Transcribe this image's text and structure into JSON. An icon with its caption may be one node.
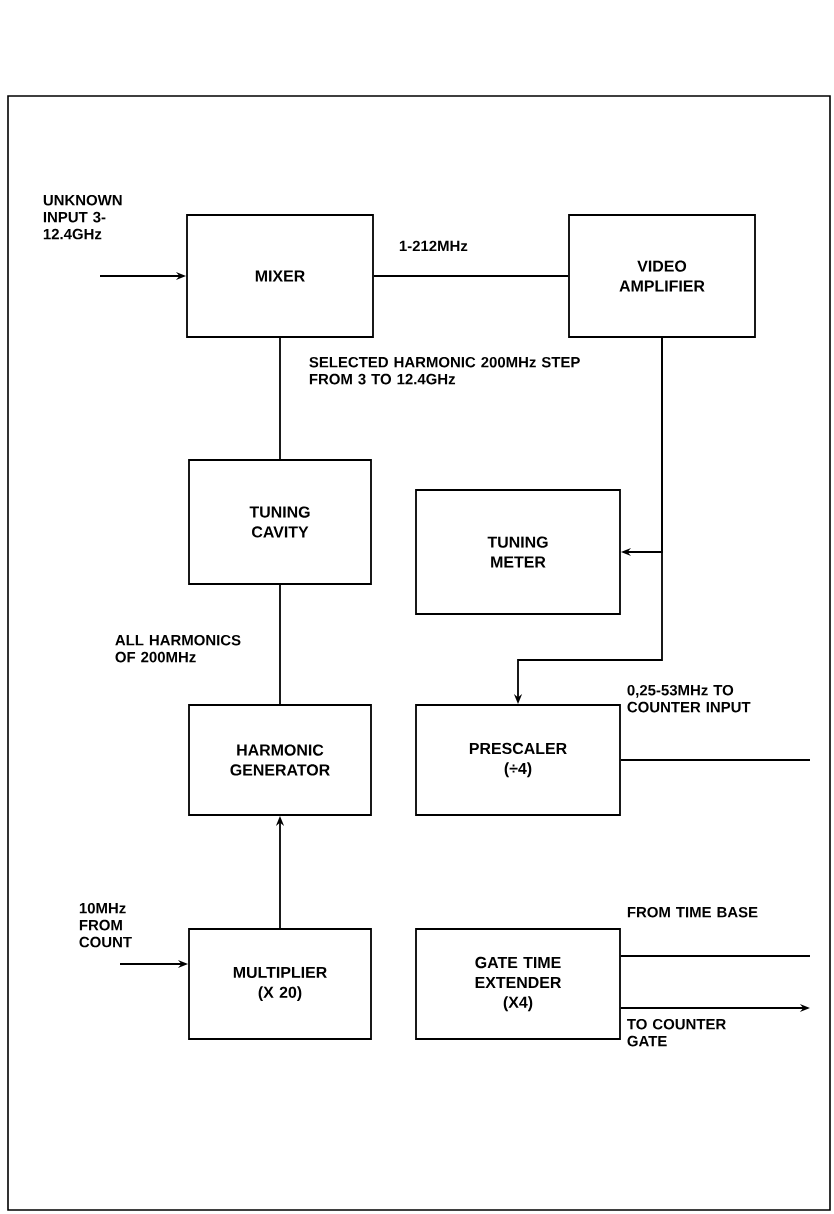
{
  "diagram": {
    "nodes": [
      {
        "text": [
          "MIXER"
        ]
      },
      {
        "text": [
          "VIDEO AMPLIFIER"
        ]
      },
      {
        "text": [
          "TUNING CAVITY"
        ]
      },
      {
        "text": [
          "TUNING METER"
        ]
      },
      {
        "text": [
          "HARMONIC GENERATOR"
        ]
      },
      {
        "text": [
          "PRESCALER (÷4)"
        ]
      },
      {
        "text": [
          "MULTIPLIER (X 20)"
        ]
      },
      {
        "text": [
          "GATE TIME EXTENDER (X4)"
        ]
      }
    ],
    "edges": [
      {
        "from": null,
        "to": 0,
        "arrow": "to",
        "label": "UNKNOWN INPUT 3-12.4GHz"
      },
      {
        "from": 0,
        "to": 1,
        "arrow": "none",
        "label": "1-212MHz"
      },
      {
        "from": 0,
        "to": 2,
        "arrow": "none",
        "label": "SELECTED HARMONIC 200MHz STEP FROM 3 TO 12.4GHz"
      },
      {
        "from": 2,
        "to": 4,
        "arrow": "none",
        "label": "ALL HARMONICS OF 200MHz"
      },
      {
        "from": 6,
        "to": 4,
        "arrow": "to"
      },
      {
        "from": null,
        "to": 6,
        "arrow": "to",
        "label": "10MHz FROM COUNT"
      },
      {
        "from": 1,
        "to": 3,
        "arrow": "to"
      },
      {
        "from": 1,
        "to": 5,
        "arrow": "to"
      },
      {
        "from": 5,
        "to": null,
        "arrow": "none",
        "label": "0,25-53MHz TO COUNTER INPUT"
      },
      {
        "from": null,
        "to": 7,
        "arrow": "none",
        "label": "FROM TIME BASE"
      },
      {
        "from": 7,
        "to": null,
        "arrow": "to",
        "label": "TO COUNTER GATE"
      }
    ]
  }
}
